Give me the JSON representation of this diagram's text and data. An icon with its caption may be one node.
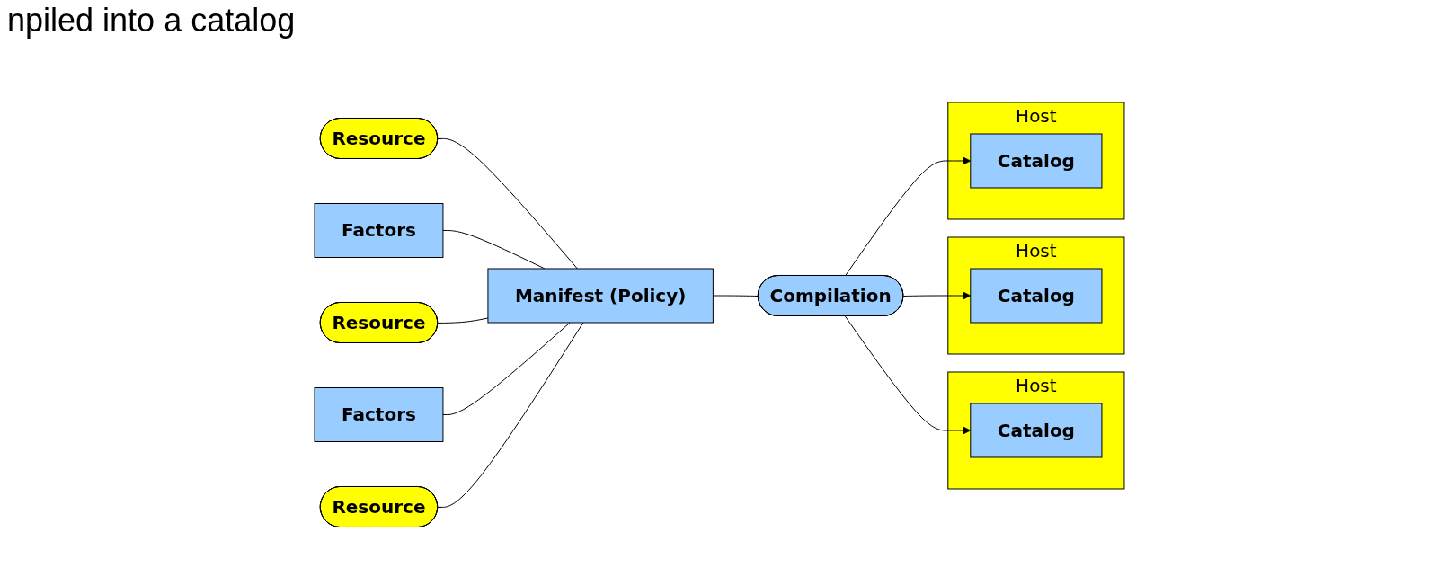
{
  "diagram": {
    "nodes": [
      {
        "text": [
          "Resource"
        ]
      },
      {
        "text": [
          "Factors"
        ]
      },
      {
        "text": [
          "Resource"
        ]
      },
      {
        "text": [
          "Factors"
        ]
      },
      {
        "text": [
          "Resource"
        ]
      },
      {
        "text": [
          "Manifest (Policy)"
        ]
      },
      {
        "text": [
          "Compilation"
        ]
      },
      {
        "text": [
          "Host"
        ]
      },
      {
        "text": [
          "Catalog"
        ],
        "in": 7
      },
      {
        "text": [
          "Host"
        ]
      },
      {
        "text": [
          "Catalog"
        ],
        "in": 9
      },
      {
        "text": [
          "Host"
        ]
      },
      {
        "text": [
          "Catalog"
        ],
        "in": 11
      }
    ],
    "edges": [
      {
        "from": 0,
        "to": 5,
        "arrow": "none"
      },
      {
        "from": 1,
        "to": 5,
        "arrow": "none"
      },
      {
        "from": 2,
        "to": 5,
        "arrow": "none"
      },
      {
        "from": 3,
        "to": 5,
        "arrow": "none"
      },
      {
        "from": 4,
        "to": 5,
        "arrow": "none"
      },
      {
        "from": 5,
        "to": 6,
        "arrow": "none"
      },
      {
        "from": 6,
        "to": 8,
        "arrow": "to"
      },
      {
        "from": 6,
        "to": 10,
        "arrow": "to"
      },
      {
        "from": 6,
        "to": 12,
        "arrow": "to"
      }
    ],
    "labels": [
      "npiled into a catalog"
    ]
  }
}
